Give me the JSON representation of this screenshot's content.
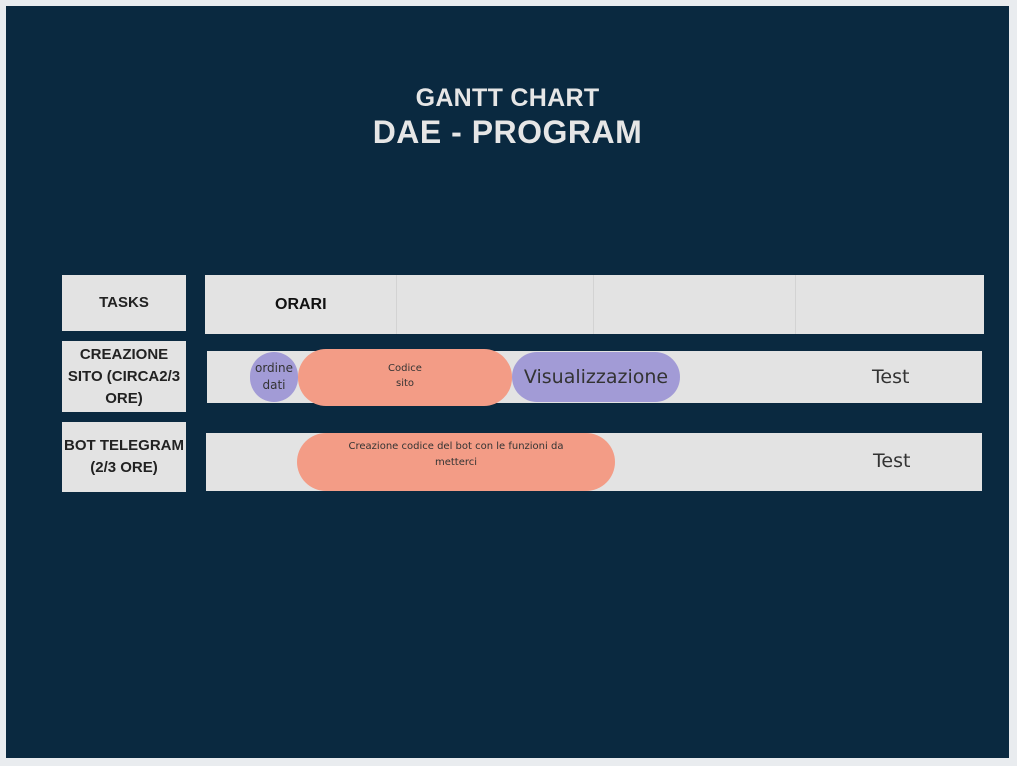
{
  "title_line1": "GANTT CHART",
  "title_line2": "DAE - PROGRAM",
  "header": {
    "tasks_label": "TASKS",
    "orari_label": "ORARI"
  },
  "rows": [
    {
      "task": "CREAZIONE SITO (CIRCA2/3 ORE)",
      "bars": [
        {
          "label": "ordine dati",
          "color": "#a29bd6"
        },
        {
          "label": "Codice sito",
          "color": "#f39c86"
        },
        {
          "label": "Visualizzazione",
          "color": "#a29bd6"
        }
      ],
      "end_label": "Test"
    },
    {
      "task": "BOT TELEGRAM (2/3 ORE)",
      "bars": [
        {
          "label": "Creazione codice del bot con le funzioni da metterci",
          "color": "#f39c86"
        }
      ],
      "end_label": "Test"
    }
  ],
  "colors": {
    "background": "#0a2940",
    "cell": "#e3e3e3",
    "salmon": "#f39c86",
    "lilac": "#a29bd6"
  }
}
